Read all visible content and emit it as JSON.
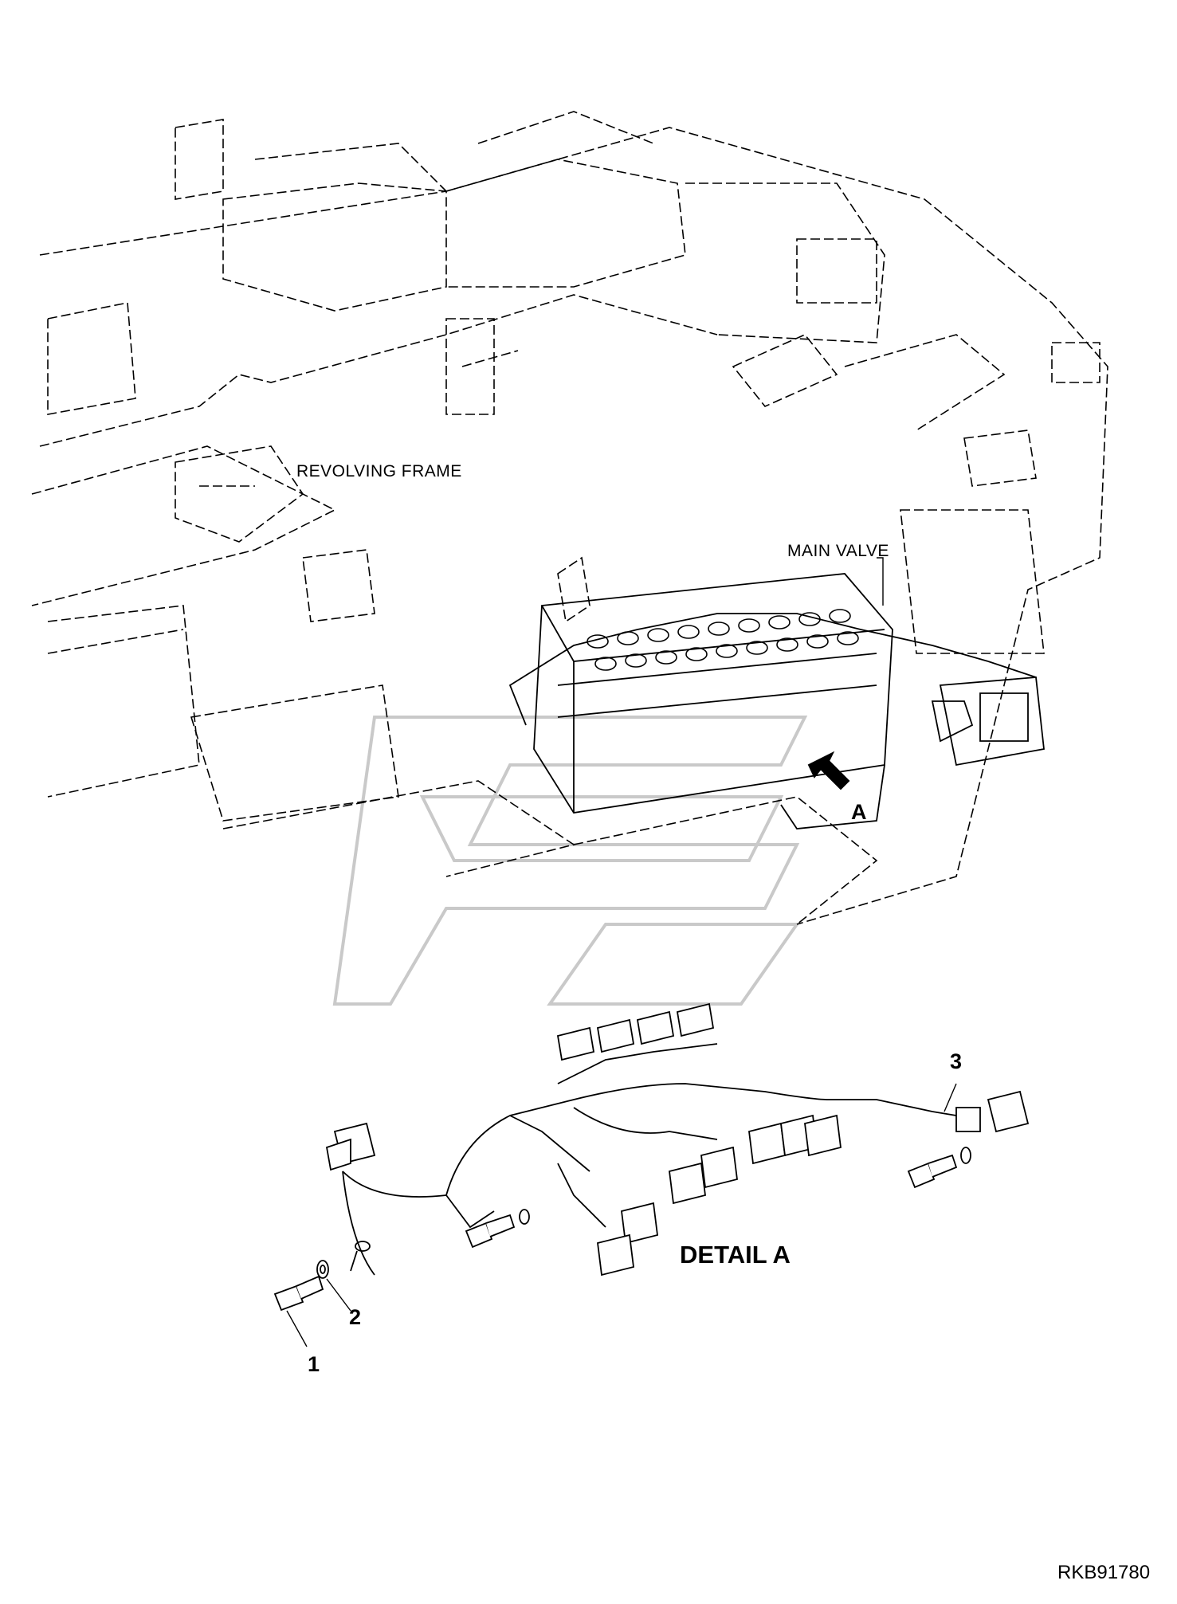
{
  "diagram": {
    "labels": {
      "revolving_frame": "REVOLVING FRAME",
      "main_valve": "MAIN VALVE",
      "view_marker": "A",
      "detail": "DETAIL A"
    },
    "callouts": [
      {
        "number": "1"
      },
      {
        "number": "2"
      },
      {
        "number": "3"
      }
    ],
    "drawing_code": "RKB91780",
    "watermark": "logo"
  }
}
